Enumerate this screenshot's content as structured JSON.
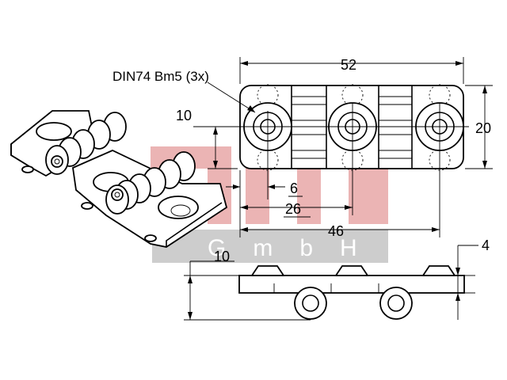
{
  "drawing": {
    "thread_note": "DIN74 Bm5 (3x)",
    "dimensions": {
      "overall_length": "52",
      "overall_width": "20",
      "hole_edge_offset": "10",
      "hole_offset_small": "6",
      "hole_pitch_short": "26",
      "hole_pitch_long": "46",
      "side_height": "10",
      "side_thickness": "4"
    },
    "watermark": {
      "letters": "GmbH"
    },
    "colors": {
      "watermark_red": "#e8a8a8",
      "watermark_band": "#c8c8c8",
      "line": "#000000"
    }
  }
}
